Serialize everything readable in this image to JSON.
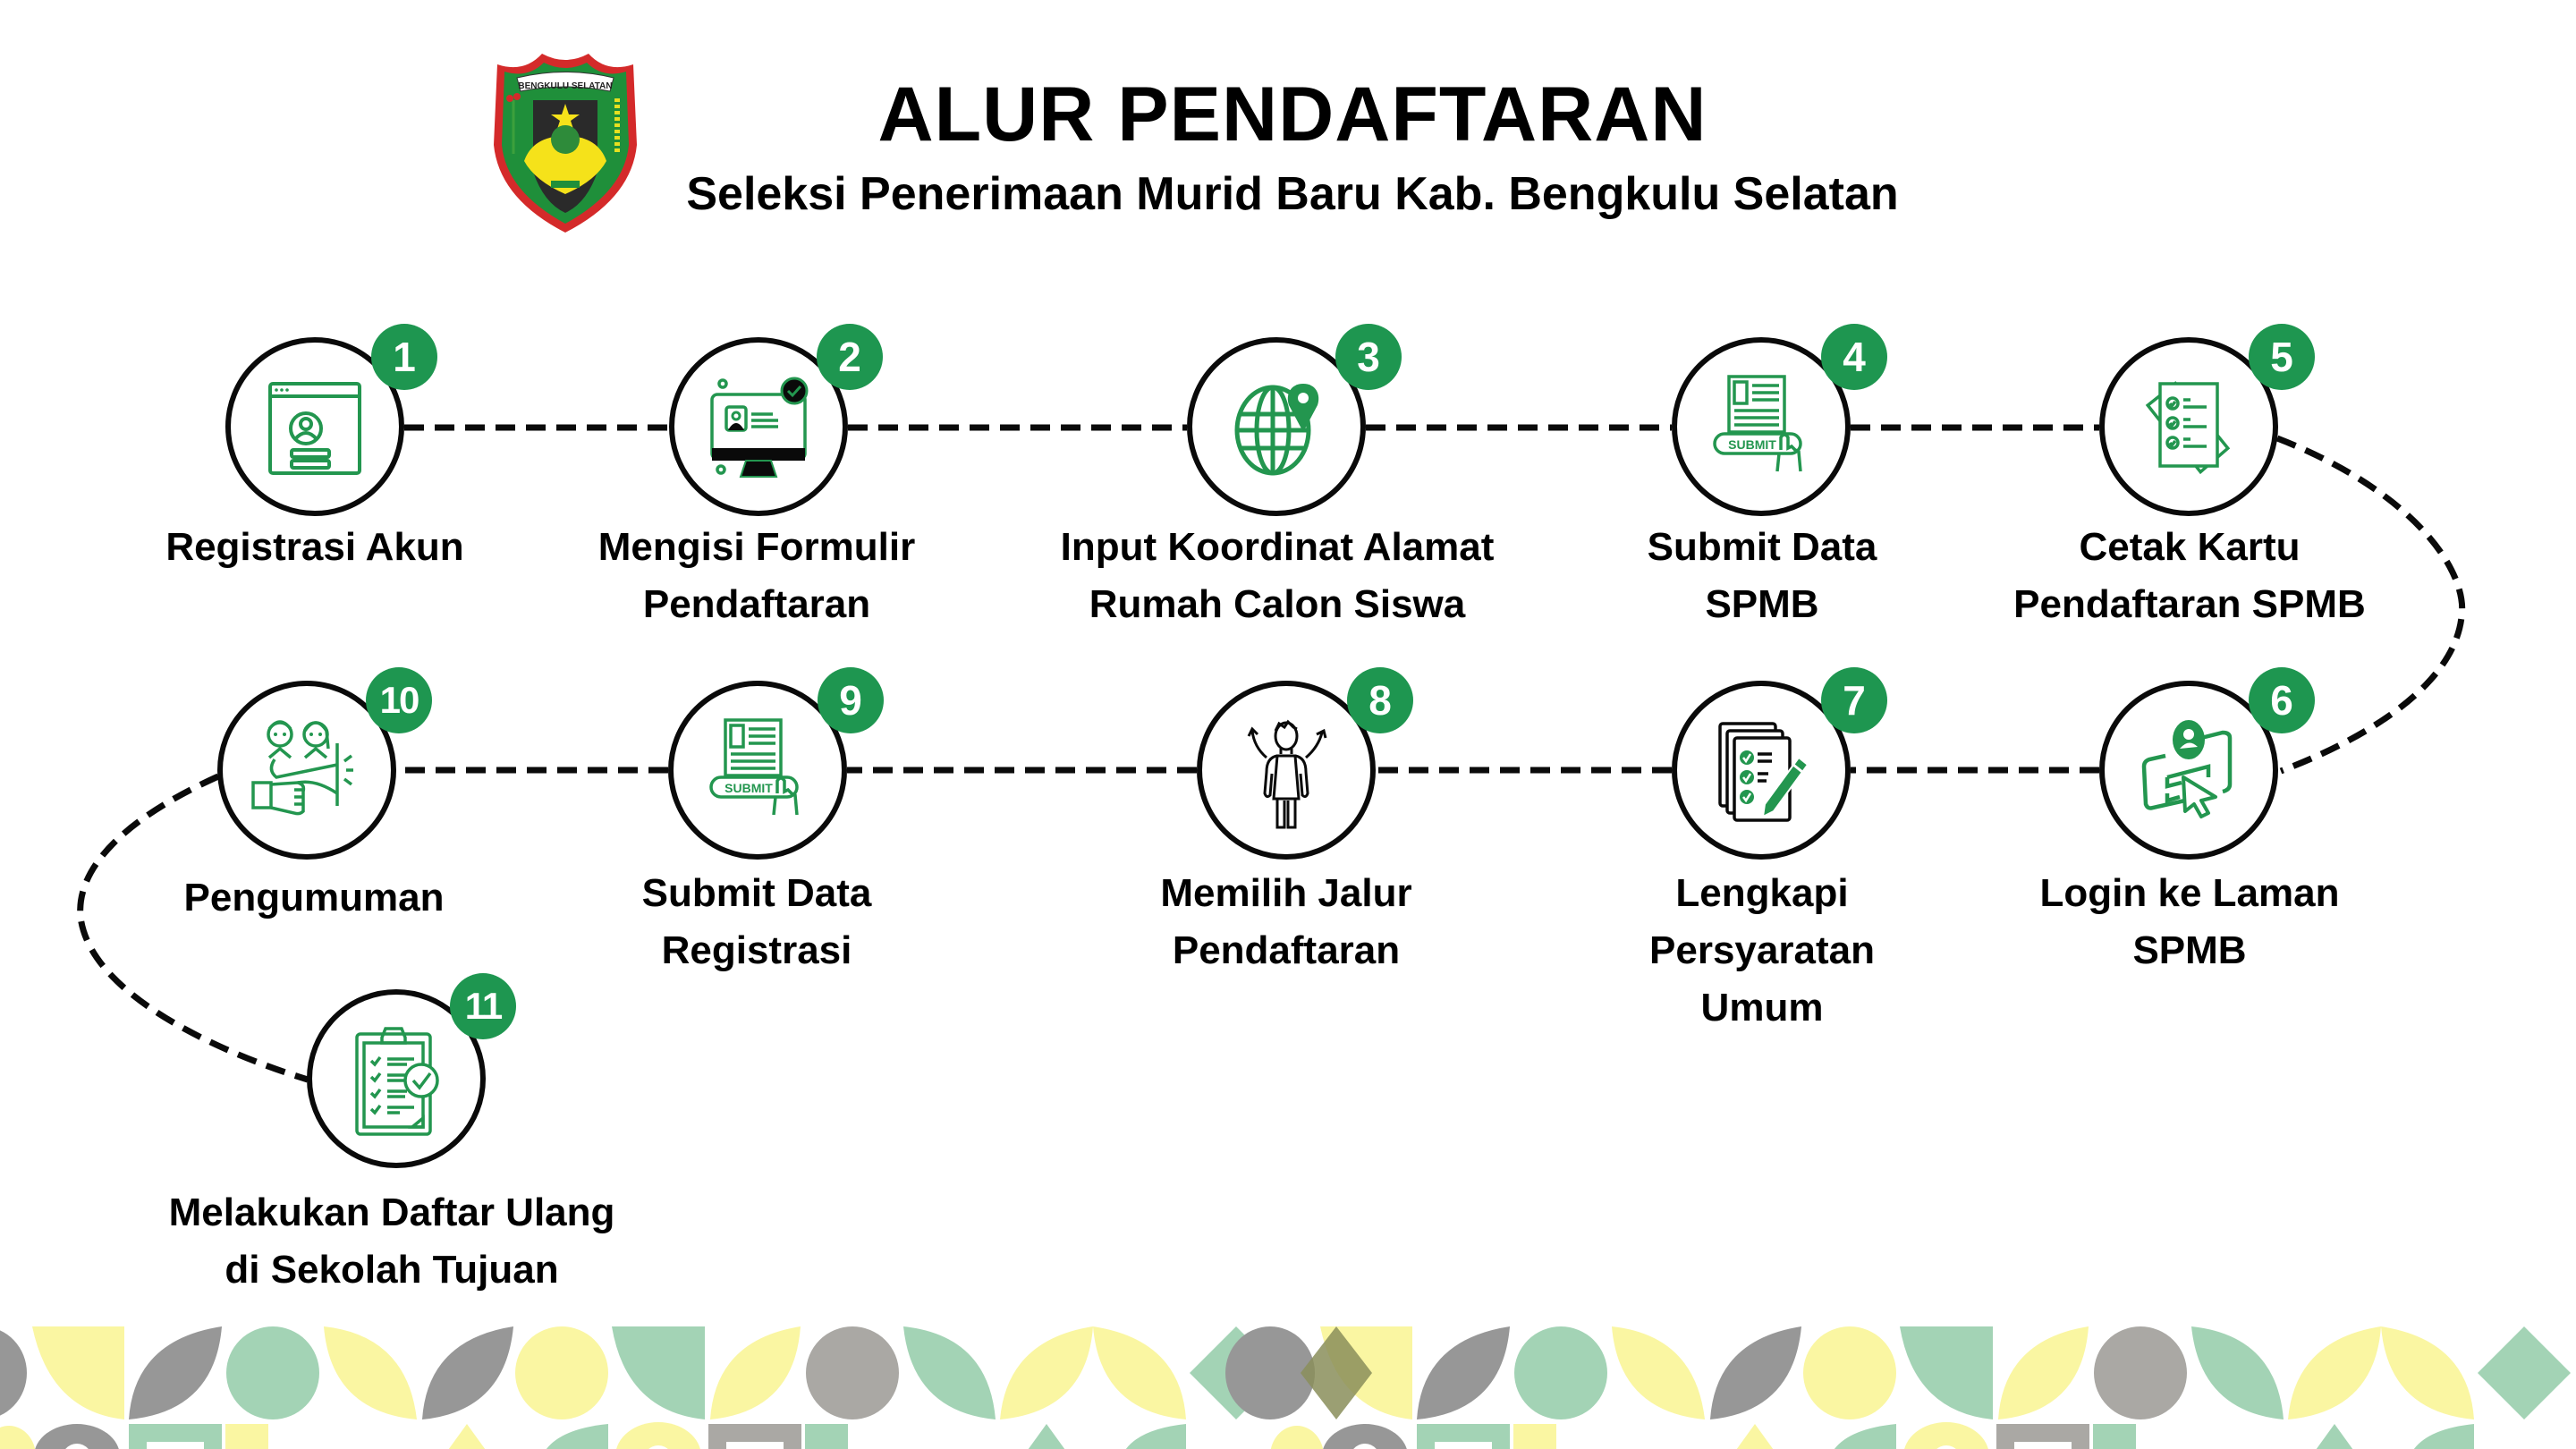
{
  "header": {
    "title": "ALUR PENDAFTARAN",
    "subtitle": "Seleksi Penerimaan Murid Baru Kab. Bengkulu Selatan",
    "logo_text": "BENGKULU SELATAN"
  },
  "colors": {
    "accent_green": "#1e9650",
    "icon_green": "#23964f",
    "outline": "#0a0a0a",
    "pattern_yellow": "#faf6a2",
    "pattern_mint": "#a3d3b5",
    "pattern_gray": "#979797",
    "pattern_warm_gray": "#aaa8a4"
  },
  "steps": [
    {
      "number": "1",
      "label_line1": "Registrasi Akun",
      "label_line2": "",
      "label_line3": "",
      "icon": "account-registration-icon"
    },
    {
      "number": "2",
      "label_line1": "Mengisi Formulir",
      "label_line2": "Pendaftaran",
      "label_line3": "",
      "icon": "monitor-form-icon"
    },
    {
      "number": "3",
      "label_line1": "Input Koordinat Alamat",
      "label_line2": "Rumah Calon Siswa",
      "label_line3": "",
      "icon": "globe-location-icon"
    },
    {
      "number": "4",
      "label_line1": "Submit Data",
      "label_line2": "SPMB",
      "label_line3": "",
      "icon": "submit-form-icon"
    },
    {
      "number": "5",
      "label_line1": "Cetak Kartu",
      "label_line2": "Pendaftaran SPMB",
      "label_line3": "",
      "icon": "checklist-documents-icon"
    },
    {
      "number": "6",
      "label_line1": "Login ke Laman",
      "label_line2": "SPMB",
      "label_line3": "",
      "icon": "login-cursor-icon"
    },
    {
      "number": "7",
      "label_line1": "Lengkapi",
      "label_line2": "Persyaratan",
      "label_line3": "Umum",
      "icon": "requirements-checklist-icon"
    },
    {
      "number": "8",
      "label_line1": "Memilih Jalur",
      "label_line2": "Pendaftaran",
      "label_line3": "",
      "icon": "person-choice-icon"
    },
    {
      "number": "9",
      "label_line1": "Submit Data",
      "label_line2": "Registrasi",
      "label_line3": "",
      "icon": "submit-form-icon"
    },
    {
      "number": "10",
      "label_line1": "Pengumuman",
      "label_line2": "",
      "label_line3": "",
      "icon": "announcement-megaphone-icon"
    },
    {
      "number": "11",
      "label_line1": "Melakukan Daftar Ulang",
      "label_line2": "di Sekolah Tujuan",
      "label_line3": "",
      "icon": "clipboard-approved-icon"
    }
  ],
  "submit_icon_text": "SUBMIT"
}
